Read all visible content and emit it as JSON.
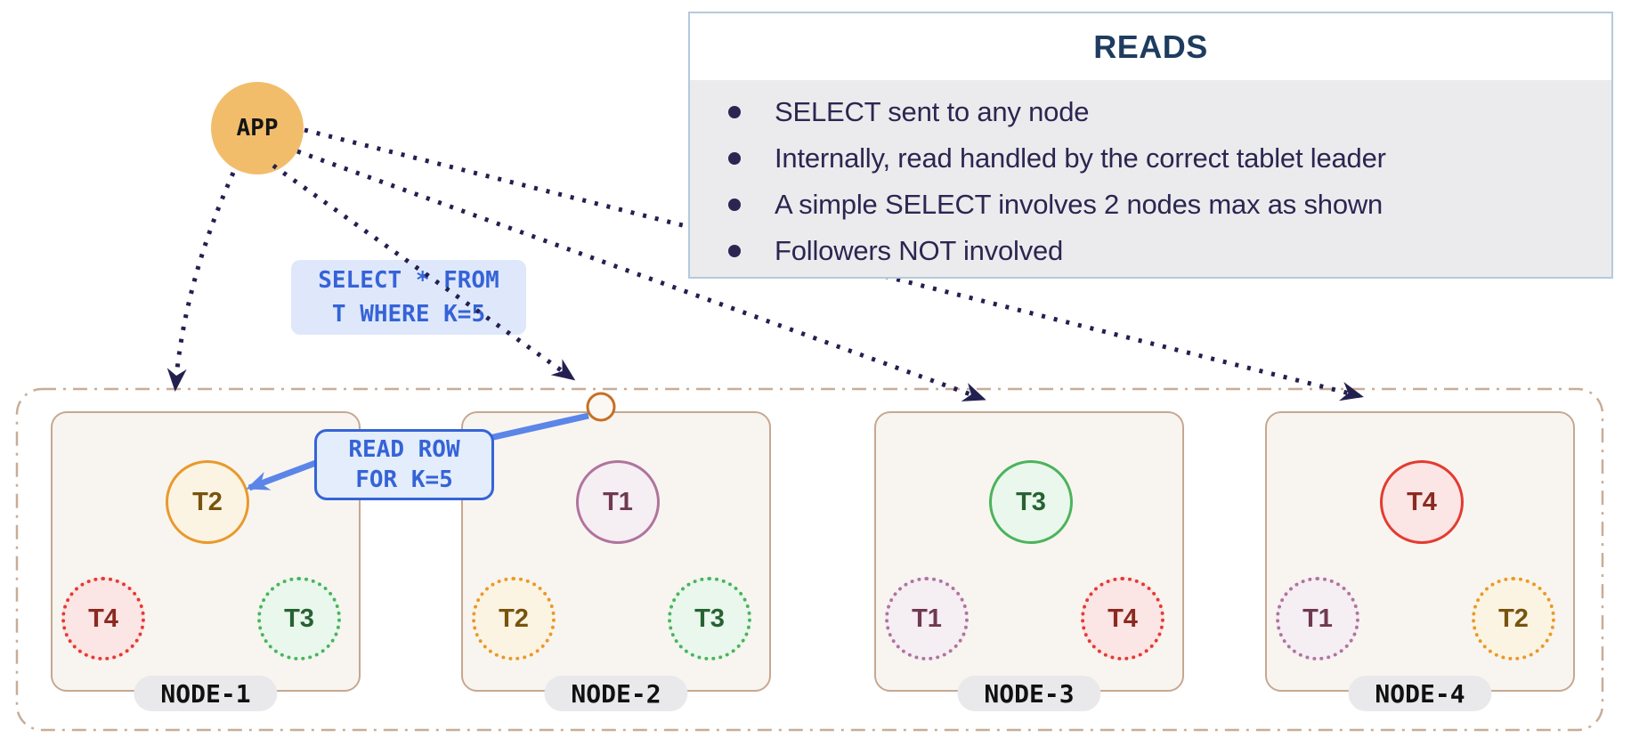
{
  "app": {
    "label": "APP"
  },
  "reads_panel": {
    "title": "READS",
    "bullets": [
      "SELECT sent to any node",
      "Internally, read handled by the correct tablet leader",
      "A simple SELECT involves 2 nodes max as shown",
      "Followers NOT involved"
    ]
  },
  "select_label": {
    "line1": "SELECT * FROM",
    "line2": "T WHERE K=5"
  },
  "readrow_label": {
    "line1": "READ ROW",
    "line2": "FOR K=5"
  },
  "nodes": [
    {
      "label": "NODE-1",
      "leader": {
        "label": "T2"
      },
      "followers": [
        {
          "label": "T4"
        },
        {
          "label": "T3"
        }
      ]
    },
    {
      "label": "NODE-2",
      "leader": {
        "label": "T1"
      },
      "followers": [
        {
          "label": "T2"
        },
        {
          "label": "T3"
        }
      ]
    },
    {
      "label": "NODE-3",
      "leader": {
        "label": "T3"
      },
      "followers": [
        {
          "label": "T1"
        },
        {
          "label": "T4"
        }
      ]
    },
    {
      "label": "NODE-4",
      "leader": {
        "label": "T4"
      },
      "followers": [
        {
          "label": "T1"
        },
        {
          "label": "T2"
        }
      ]
    }
  ],
  "colors": {
    "arrow_navy": "#232050",
    "arrow_blue": "#5B86E8",
    "code_blue": "#3563D8",
    "app_fill": "#F2BD6B",
    "node_border_tan": "#C6A890",
    "cluster_dash_tan": "#C8AD97",
    "entry_circle_orange": "#C76F24",
    "reads_title": "#1E3C5F",
    "reads_text": "#2B2651",
    "tablet1": {
      "border": "#B0749D",
      "fill": "#F5EEF3",
      "text": "#70394F"
    },
    "tablet2": {
      "border": "#E9992C",
      "fill": "#FCF4E3",
      "text": "#77540E"
    },
    "tablet3": {
      "border": "#4CB35B",
      "fill": "#E9F7EC",
      "text": "#276232"
    },
    "tablet4": {
      "border": "#E43B30",
      "fill": "#FBE5E5",
      "text": "#8B2A20"
    }
  }
}
